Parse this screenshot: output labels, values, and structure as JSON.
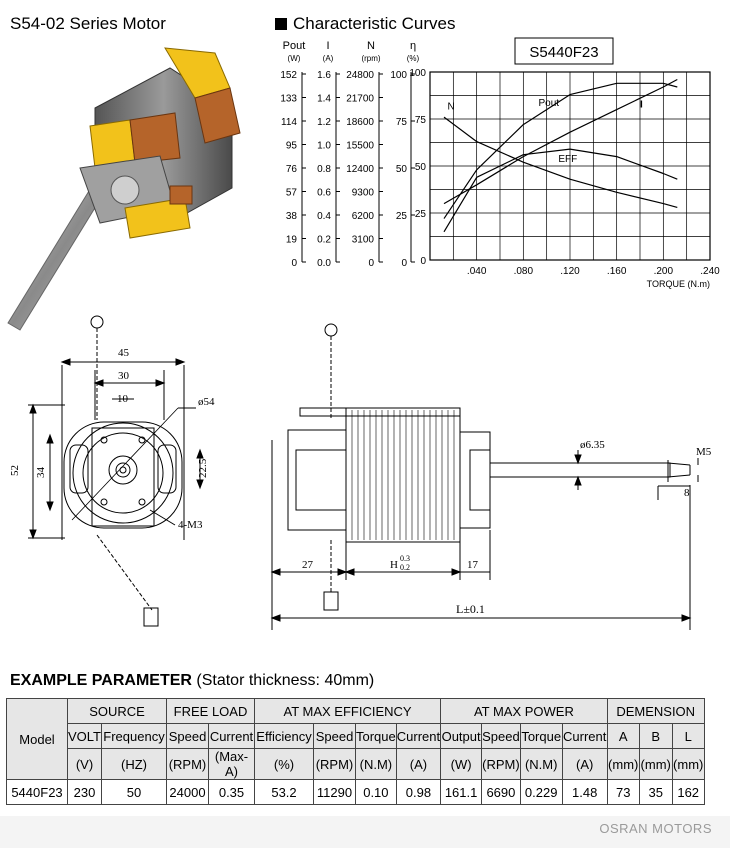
{
  "header": {
    "series_title": "S54-02 Series Motor",
    "curves_title": "Characteristic Curves",
    "model_box": "S5440F23"
  },
  "scales": {
    "columns": [
      {
        "name": "Pout",
        "unit": "(W)",
        "values": [
          "152",
          "133",
          "114",
          "95",
          "76",
          "57",
          "38",
          "19",
          "0"
        ]
      },
      {
        "name": "I",
        "unit": "(A)",
        "values": [
          "1.6",
          "1.4",
          "1.2",
          "1.0",
          "0.8",
          "0.6",
          "0.4",
          "0.2",
          "0.0"
        ]
      },
      {
        "name": "N",
        "unit": "(rpm)",
        "values": [
          "24800",
          "21700",
          "18600",
          "15500",
          "12400",
          "9300",
          "6200",
          "3100",
          "0"
        ]
      },
      {
        "name": "η",
        "unit": "(%)",
        "values": [
          "100",
          "75",
          "50",
          "25",
          "0"
        ]
      }
    ]
  },
  "chart_data": {
    "type": "line",
    "title": "S5440F23",
    "xlabel": "TORQUE (N.m)",
    "x_ticks": [
      ".040",
      ".080",
      ".120",
      ".160",
      ".200",
      ".240"
    ],
    "y_ticks": [
      "100",
      "75",
      "50",
      "25",
      "0"
    ],
    "xlim": [
      0,
      0.24
    ],
    "ylim": [
      0,
      100
    ],
    "grid": true,
    "series": [
      {
        "name": "N",
        "x": [
          0.012,
          0.04,
          0.08,
          0.12,
          0.16,
          0.2,
          0.212
        ],
        "y": [
          76,
          63,
          52,
          43,
          36,
          30,
          28
        ]
      },
      {
        "name": "Pout",
        "x": [
          0.012,
          0.04,
          0.08,
          0.12,
          0.16,
          0.2,
          0.212
        ],
        "y": [
          22,
          48,
          72,
          88,
          94,
          94,
          92
        ]
      },
      {
        "name": "I",
        "x": [
          0.012,
          0.04,
          0.08,
          0.12,
          0.16,
          0.2,
          0.212
        ],
        "y": [
          30,
          40,
          55,
          68,
          80,
          92,
          96
        ]
      },
      {
        "name": "EFF",
        "x": [
          0.012,
          0.04,
          0.08,
          0.12,
          0.16,
          0.2,
          0.212
        ],
        "y": [
          15,
          44,
          56,
          59,
          55,
          46,
          43
        ]
      }
    ]
  },
  "drawing": {
    "front": {
      "d45": "45",
      "d30": "30",
      "d10": "10",
      "phi54": "ø54",
      "d52": "52",
      "d34": "34",
      "d22_5": "22.5",
      "holes": "4-M3"
    },
    "side": {
      "phi635": "ø6.35",
      "m5": "M5",
      "d8": "8",
      "d27": "27",
      "h_label": "H",
      "h_upper": "0.3",
      "h_lower": "0.2",
      "d17": "17",
      "l_label": "L±0.1"
    }
  },
  "params": {
    "title": "EXAMPLE PARAMETER",
    "title_open": "(",
    "title_sub": "Stator thickness: 40mm",
    "title_close": ")",
    "groups": [
      "SOURCE",
      "FREE LOAD",
      "AT MAX EFFICIENCY",
      "AT MAX POWER",
      "DEMENSION"
    ],
    "model_header": "Model",
    "names": [
      "VOLT",
      "Frequency",
      "Speed",
      "Current",
      "Efficiency",
      "Speed",
      "Torque",
      "Current",
      "Output",
      "Speed",
      "Torque",
      "Current",
      "A",
      "B",
      "L"
    ],
    "units": [
      "(V)",
      "(HZ)",
      "(RPM)",
      "(Max-A)",
      "(%)",
      "(RPM)",
      "(N.M)",
      "(A)",
      "(W)",
      "(RPM)",
      "(N.M)",
      "(A)",
      "(mm)",
      "(mm)",
      "(mm)"
    ],
    "row": [
      "5440F23",
      "230",
      "50",
      "24000",
      "0.35",
      "53.2",
      "11290",
      "0.10",
      "0.98",
      "161.1",
      "6690",
      "0.229",
      "1.48",
      "73",
      "35",
      "162"
    ]
  },
  "footer": {
    "brand": "OSRAN MOTORS"
  },
  "colors": {
    "table_header": "#e6e6e6",
    "copper": "#b5642a",
    "yellow": "#f2c21b",
    "steel": "#8e8e8e"
  }
}
